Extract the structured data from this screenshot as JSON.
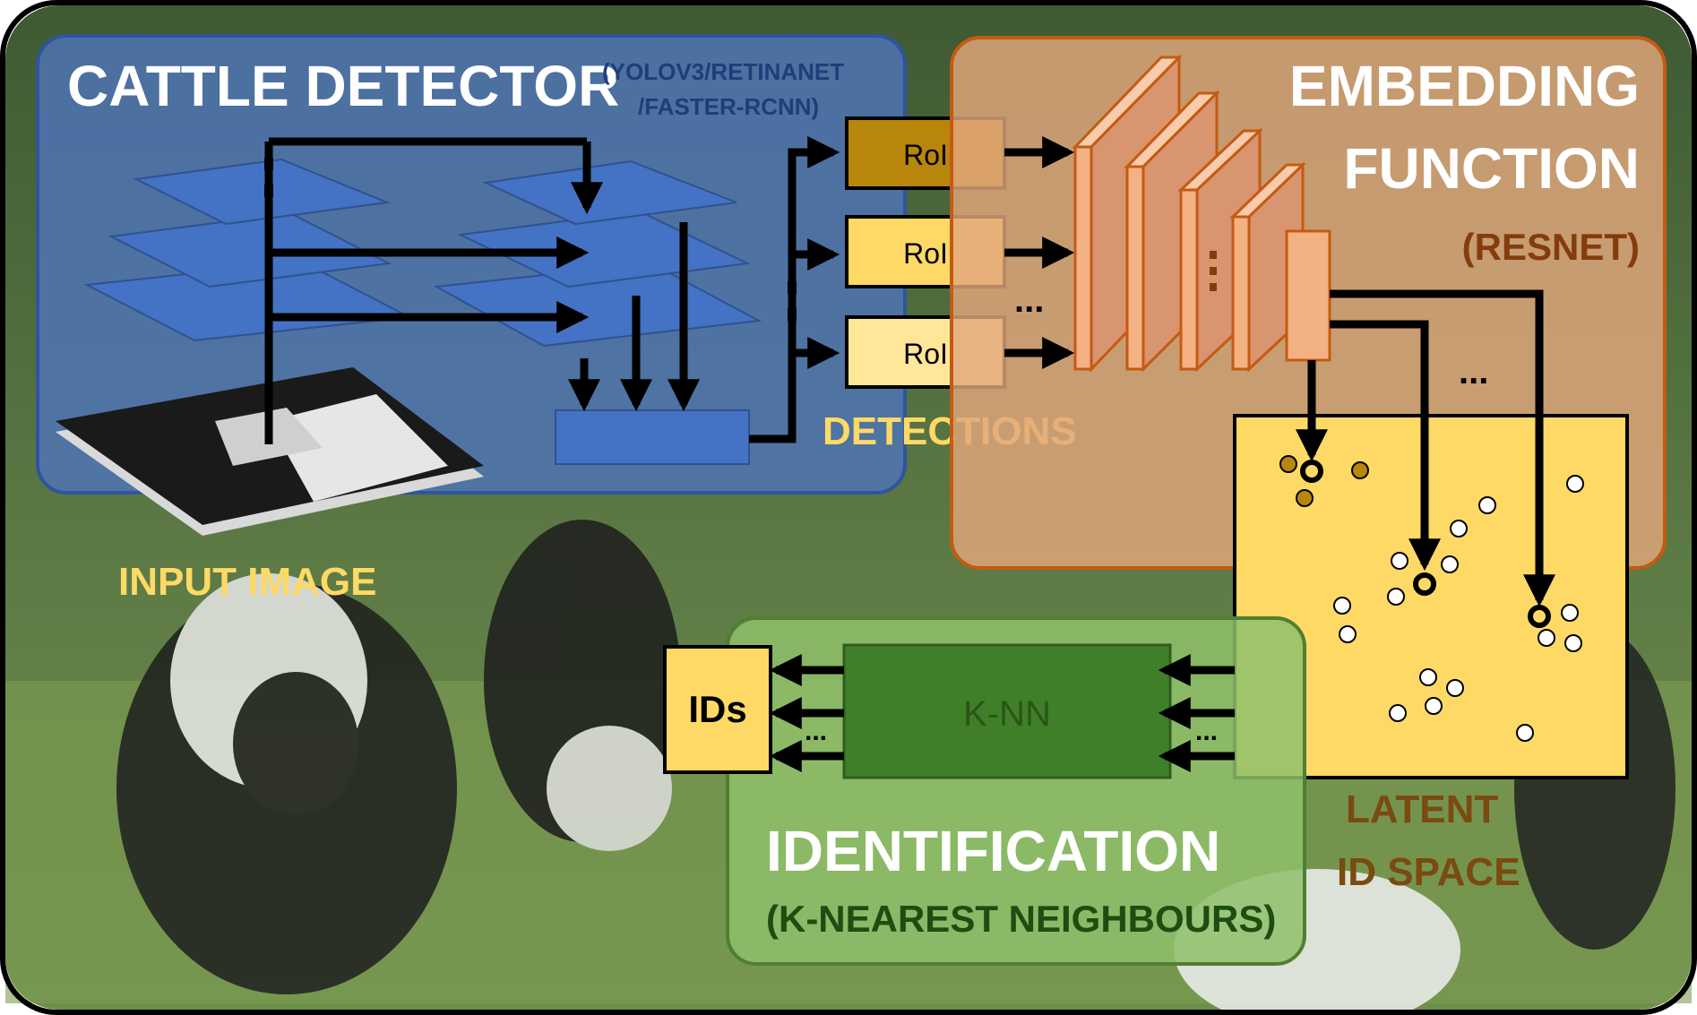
{
  "cattle_detector": {
    "title": "CATTLE DETECTOR",
    "subtitle_line1": "(YOLOV3/RETINANET",
    "subtitle_line2": "/FASTER-RCNN)"
  },
  "input_image": {
    "label": "INPUT IMAGE"
  },
  "detections": {
    "label": "DETECTIONS",
    "roi_labels": [
      "RoI",
      "RoI",
      "RoI"
    ]
  },
  "embedding": {
    "title_line1": "EMBEDDING",
    "title_line2": "FUNCTION",
    "subtitle": "(RESNET)"
  },
  "ellipsis": "...",
  "ids": {
    "label": "IDs"
  },
  "knn": {
    "label": "K-NN"
  },
  "identification": {
    "title": "IDENTIFICATION",
    "subtitle": "(K-NEAREST NEIGHBOURS)"
  },
  "latent": {
    "label_line1": "LATENT",
    "label_line2": "ID SPACE"
  },
  "colors": {
    "detector_panel": "#4e74b8",
    "embedding_panel": "#d9a27a",
    "identification_panel": "#7fb35e",
    "latent_space": "#ffd966",
    "knn_box": "#3f7f2a",
    "roi_dark": "#b8860b",
    "roi_mid": "#ffd966",
    "roi_light": "#ffe699",
    "yellow_label": "#ffd966",
    "brown_label": "#7a4a10"
  }
}
